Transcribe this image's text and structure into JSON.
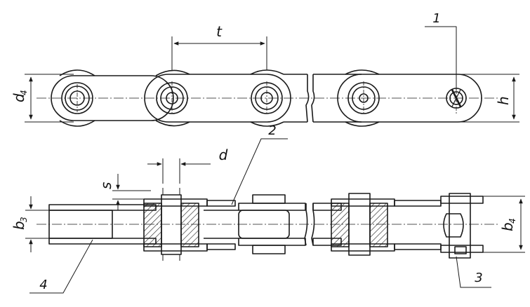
{
  "labels": {
    "pitch": "t",
    "roller_diameter": "d",
    "plate_height": "h",
    "roller_outer": "d",
    "roller_outer_sub": "4",
    "plate_thickness": "s",
    "inner_width": "b",
    "inner_width_sub": "3",
    "outer_width": "b",
    "outer_width_sub": "4",
    "callout_1": "1",
    "callout_2": "2",
    "callout_3": "3",
    "callout_4": "4"
  },
  "colors": {
    "line": "#1a1a1a",
    "background": "#ffffff"
  }
}
